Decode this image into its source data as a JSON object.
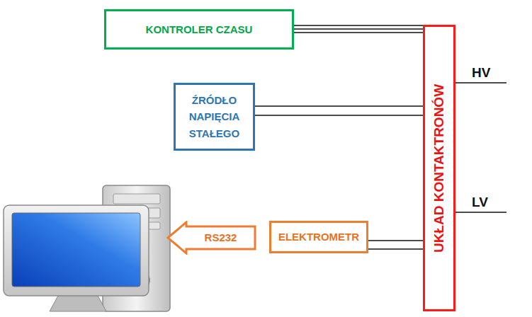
{
  "diagram": {
    "nodes": [
      {
        "text": [
          "KONTROLER CZASU"
        ]
      },
      {
        "text": [
          "UKŁAD KONTAKTRONÓW"
        ]
      },
      {
        "text": [
          "ŹRÓDŁO NAPIĘCIA STAŁEGO"
        ]
      },
      {
        "text": [
          "RS232"
        ]
      },
      {
        "text": [
          "ELEKTROMETR"
        ]
      }
    ],
    "edges": [
      {
        "from": 0,
        "to": 1,
        "arrow": "none"
      },
      {
        "from": 0,
        "to": 1,
        "arrow": "none"
      },
      {
        "from": 0,
        "to": 1,
        "arrow": "none"
      },
      {
        "from": 2,
        "to": 1,
        "arrow": "none"
      },
      {
        "from": 2,
        "to": 1,
        "arrow": "none"
      },
      {
        "from": 4,
        "to": 1,
        "arrow": "none"
      },
      {
        "from": 4,
        "to": 1,
        "arrow": "none"
      }
    ],
    "labels": [
      "HV",
      "LV"
    ]
  }
}
